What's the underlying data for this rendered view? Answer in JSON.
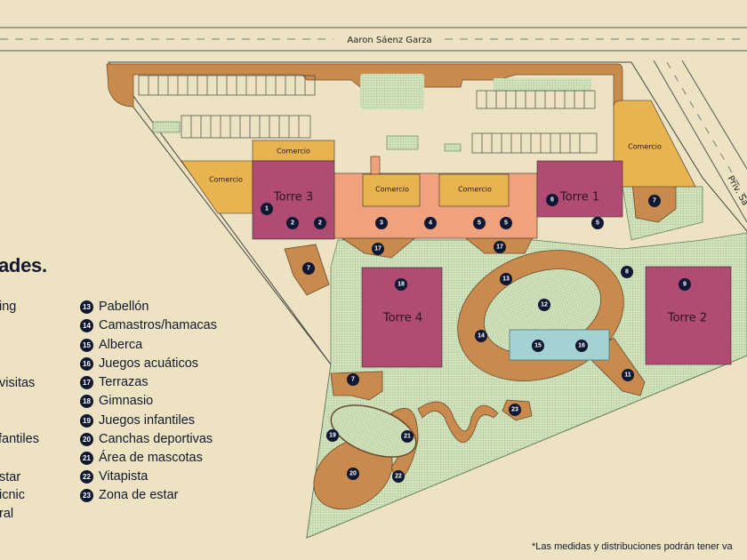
{
  "road_top": "Aaron Sáenz Garza",
  "road_right": "Priv. Sa",
  "legend": {
    "title": "ades.",
    "left_partial": [
      "ing",
      "visitas",
      "fantiles",
      "star",
      "icnic",
      "ral"
    ],
    "items": [
      {
        "num": "13",
        "label": "Pabellón"
      },
      {
        "num": "14",
        "label": "Camastros/hamacas"
      },
      {
        "num": "15",
        "label": "Alberca"
      },
      {
        "num": "16",
        "label": "Juegos acuáticos"
      },
      {
        "num": "17",
        "label": "Terrazas"
      },
      {
        "num": "18",
        "label": "Gimnasio"
      },
      {
        "num": "19",
        "label": "Juegos infantiles"
      },
      {
        "num": "20",
        "label": "Canchas deportivas"
      },
      {
        "num": "21",
        "label": "Área de mascotas"
      },
      {
        "num": "22",
        "label": "Vitapista"
      },
      {
        "num": "23",
        "label": "Zona de estar"
      }
    ]
  },
  "buildings": {
    "torre1": "Torre 1",
    "torre2": "Torre 2",
    "torre3": "Torre 3",
    "torre4": "Torre 4",
    "comercio": "Comercio"
  },
  "markers": [
    "1",
    "2",
    "2",
    "3",
    "4",
    "5",
    "5",
    "6",
    "5",
    "7",
    "17",
    "17",
    "7",
    "18",
    "13",
    "12",
    "14",
    "15",
    "16",
    "8",
    "9",
    "11",
    "7",
    "23",
    "19",
    "21",
    "20",
    "22"
  ],
  "footnote": "*Las medidas y distribuciones podrán tener va",
  "colors": {
    "background": "#ede3c3",
    "tower": "#b04c74",
    "commerce": "#e8b450",
    "amenity_band": "#f0a27e",
    "path": "#c98a4e",
    "green": "#c9dcb3",
    "pool": "#a3d2d2",
    "marker": "#0f1733"
  }
}
